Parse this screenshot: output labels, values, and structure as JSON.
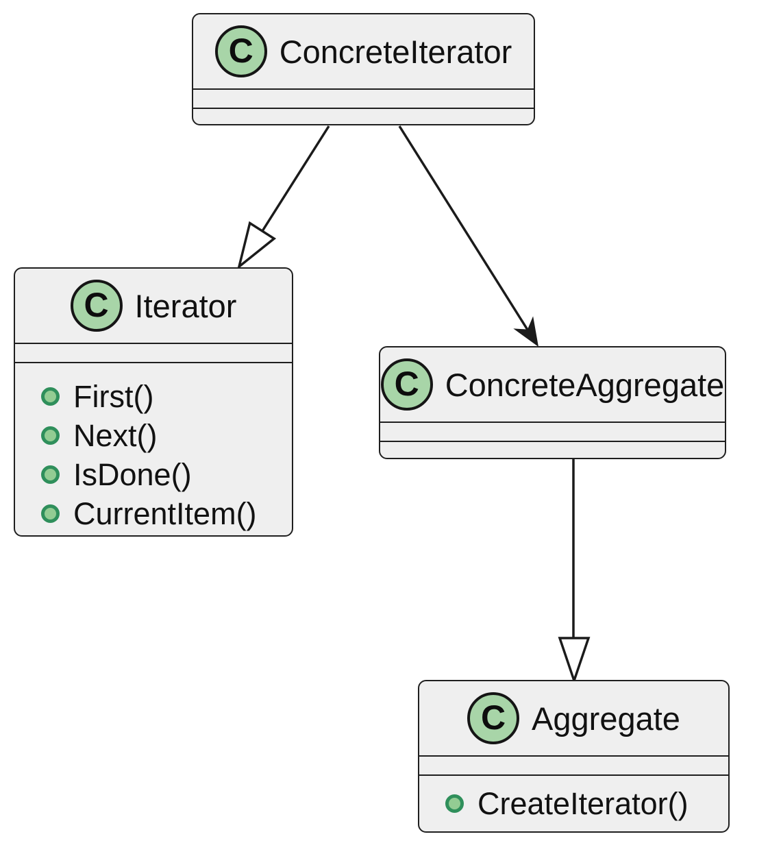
{
  "diagram_type": "uml-class-diagram",
  "classes": {
    "concrete_iterator": {
      "badge": "C",
      "name": "ConcreteIterator",
      "methods": []
    },
    "iterator": {
      "badge": "C",
      "name": "Iterator",
      "methods": [
        "First()",
        "Next()",
        "IsDone()",
        "CurrentItem()"
      ]
    },
    "concrete_aggregate": {
      "badge": "C",
      "name": "ConcreteAggregate",
      "methods": []
    },
    "aggregate": {
      "badge": "C",
      "name": "Aggregate",
      "methods": [
        "CreateIterator()"
      ]
    }
  },
  "relations": [
    {
      "from": "ConcreteIterator",
      "to": "Iterator",
      "type": "inheritance",
      "arrowhead": "hollow-triangle"
    },
    {
      "from": "ConcreteIterator",
      "to": "ConcreteAggregate",
      "type": "association",
      "arrowhead": "filled-arrow"
    },
    {
      "from": "ConcreteAggregate",
      "to": "Aggregate",
      "type": "inheritance",
      "arrowhead": "hollow-triangle"
    }
  ],
  "colors": {
    "background": "#ffffff",
    "node_fill": "#efefef",
    "node_border": "#1f1f1f",
    "class_badge_fill": "#a8d5a8",
    "method_dot_stroke": "#2f8f5b",
    "method_dot_fill": "#93cc93",
    "line": "#1b1b1b",
    "text": "#111111"
  }
}
